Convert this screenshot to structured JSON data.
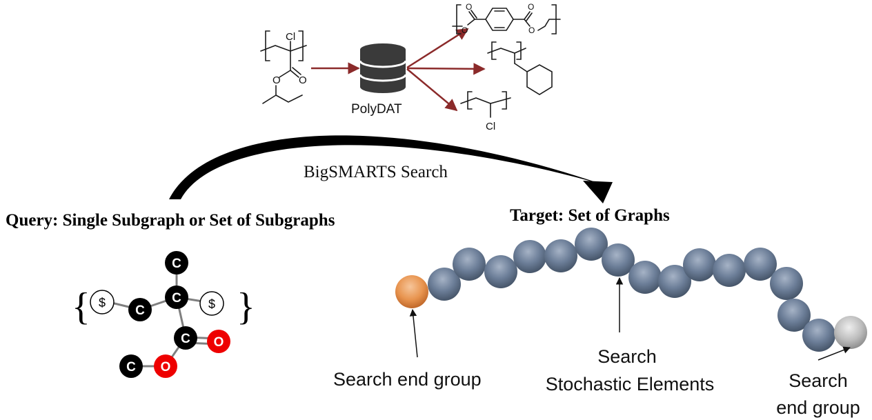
{
  "database": {
    "label": "PolyDAT",
    "arrow_color": "#8b2a2a"
  },
  "molecules": {
    "query_atom": "Cl",
    "query_carbonyl_o": "O",
    "query_ester_o": "O",
    "target_1_o_top_left": "O",
    "target_1_o_bottom_left": "O",
    "target_1_o_top_right": "O",
    "target_1_o_bottom_right": "O",
    "target_3_atom": "Cl"
  },
  "search": {
    "label": "BigSMARTS Search"
  },
  "query": {
    "title": "Query: Single Subgraph or Set of Subgraphs",
    "brace_left": "{",
    "brace_right": "}",
    "nodes": [
      {
        "label": "C",
        "type": "carbon"
      },
      {
        "label": "C",
        "type": "carbon"
      },
      {
        "label": "C",
        "type": "carbon"
      },
      {
        "label": "C",
        "type": "carbon"
      },
      {
        "label": "C",
        "type": "carbon"
      },
      {
        "label": "O",
        "type": "oxygen"
      },
      {
        "label": "O",
        "type": "oxygen"
      },
      {
        "label": "$",
        "type": "wildcard"
      },
      {
        "label": "$",
        "type": "wildcard"
      }
    ]
  },
  "target": {
    "title": "Target: Set of Graphs",
    "colors": {
      "end_group_left": "#e8944f",
      "stochastic": "#6d7f99",
      "end_group_right": "#b8b8b8"
    },
    "labels": {
      "end_left": "Search end group",
      "stochastic_line1": "Search",
      "stochastic_line2": "Stochastic Elements",
      "end_right_line1": "Search",
      "end_right_line2": "end group"
    }
  }
}
